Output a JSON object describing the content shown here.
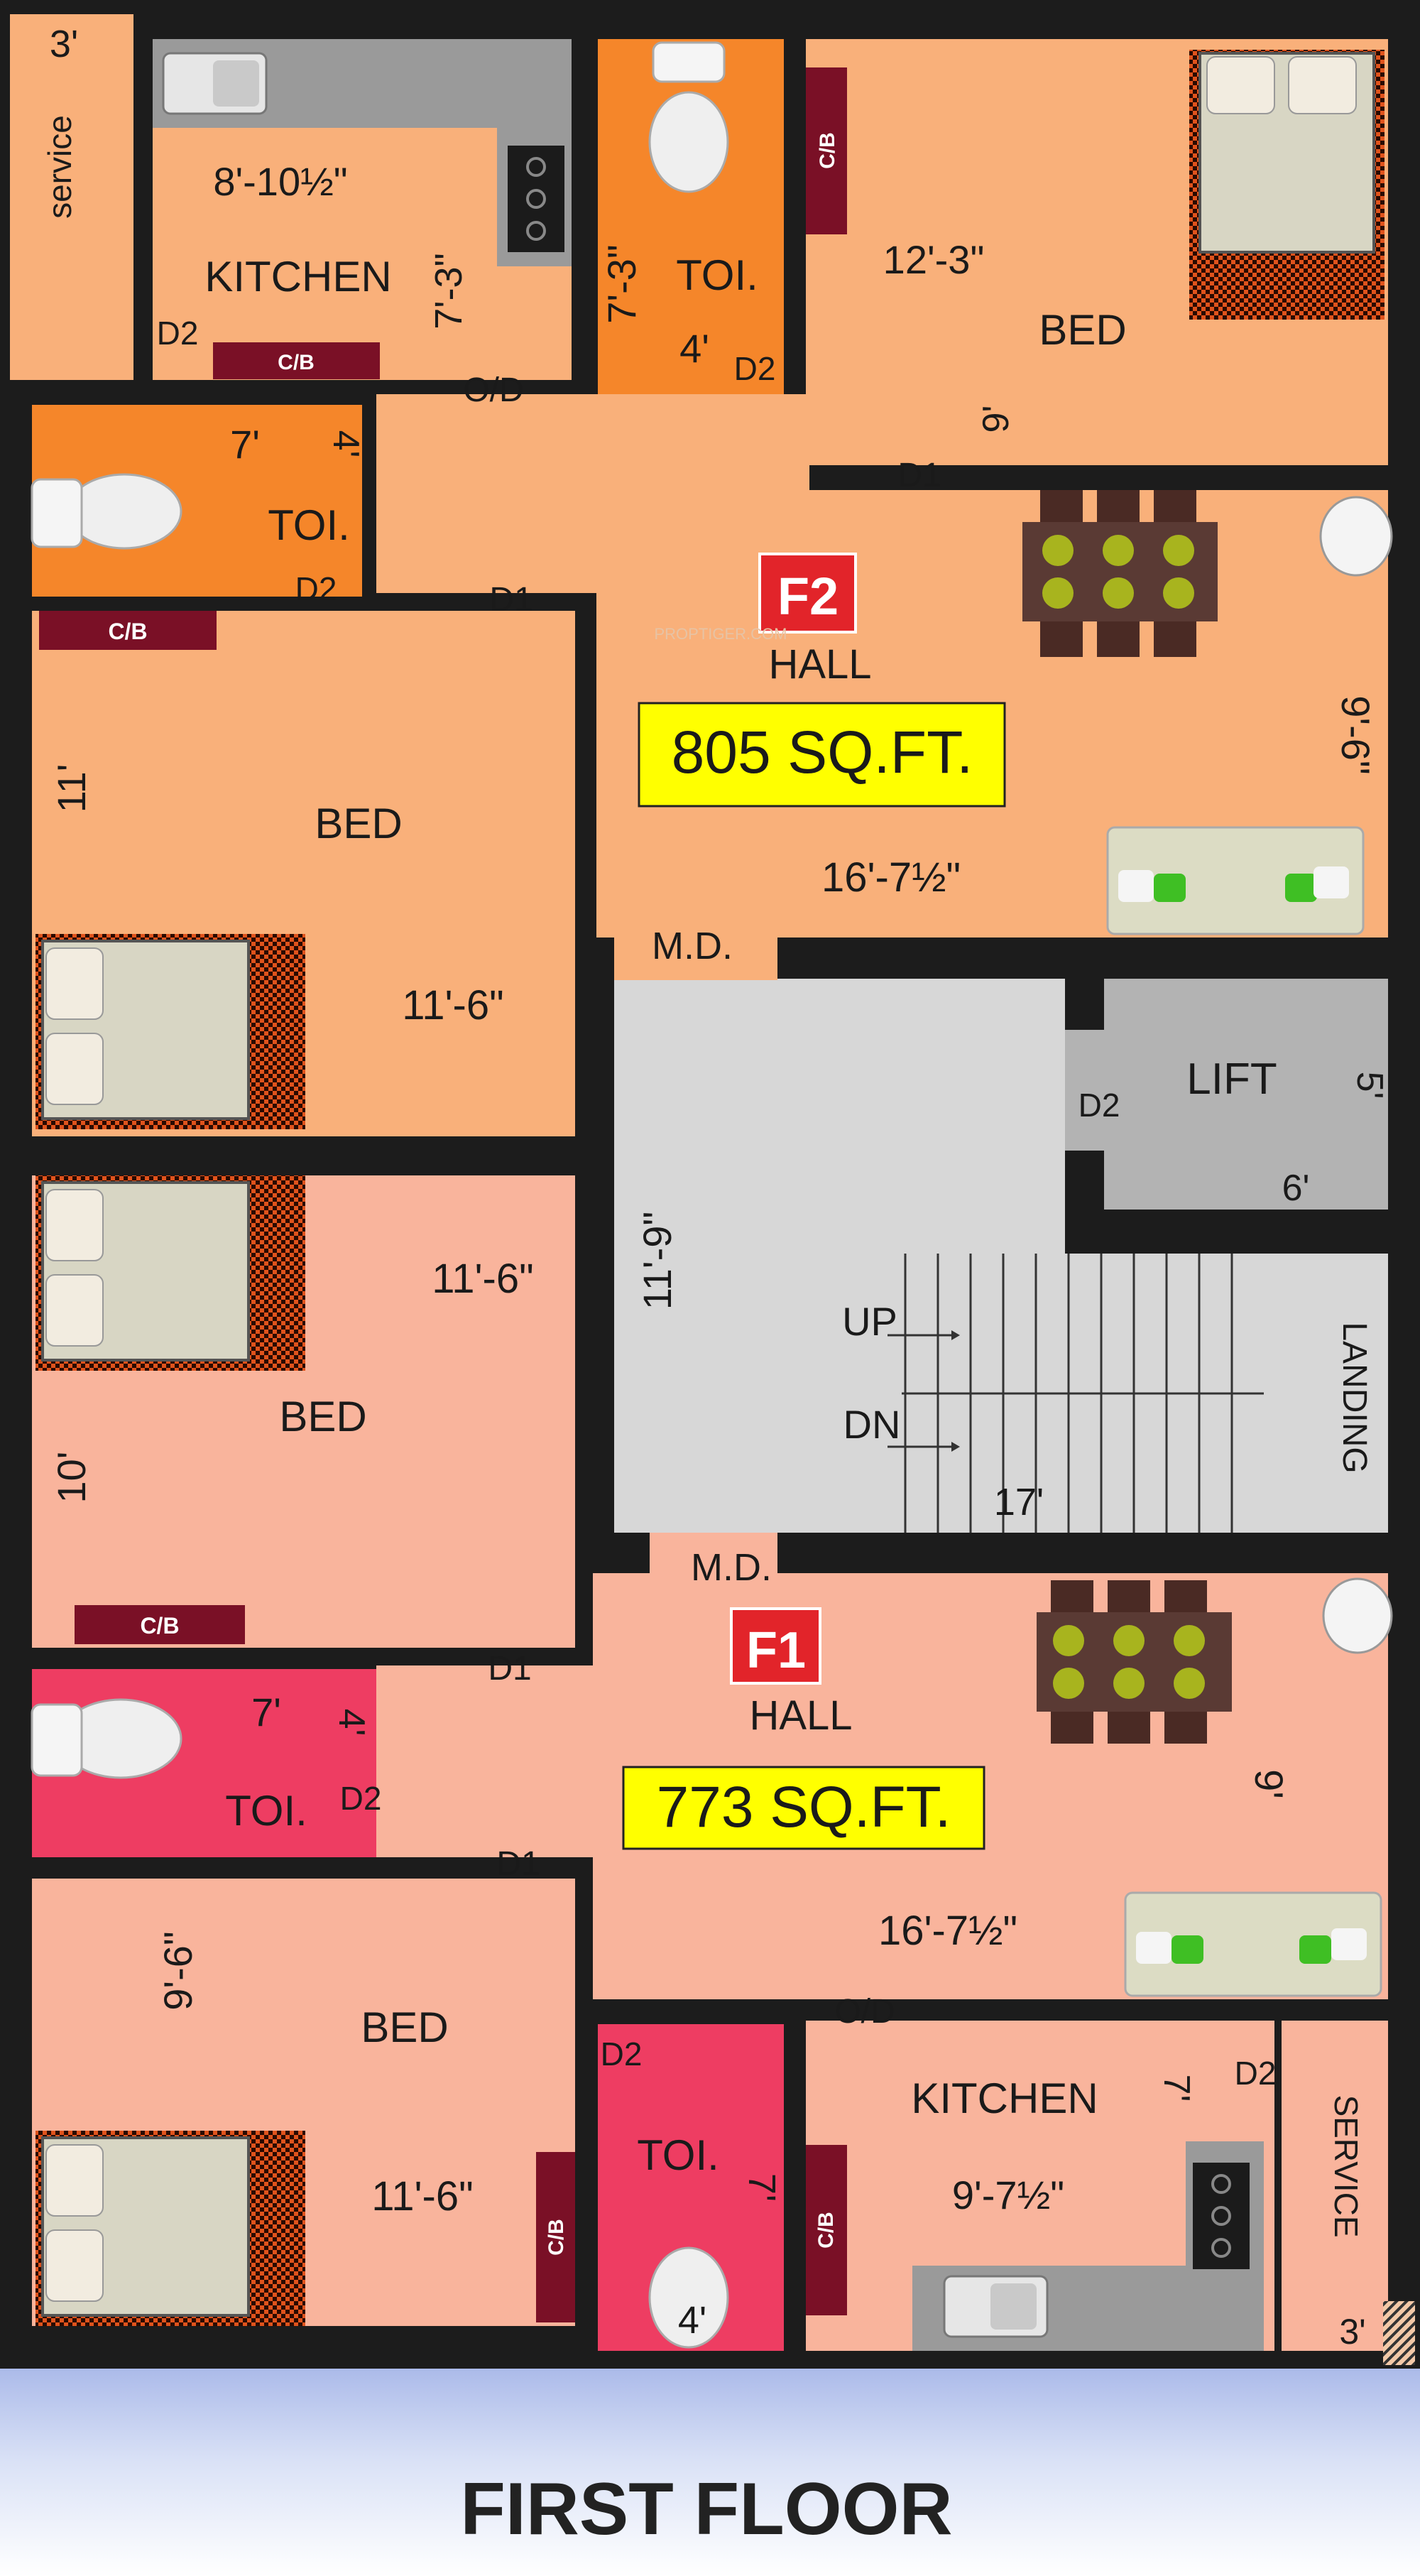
{
  "title": "FIRST FLOOR",
  "watermark": "PROPTIGER.COM",
  "colors": {
    "wall": "#1c1c1c",
    "f2_floor": "#f9b07a",
    "f1_floor": "#f9b49c",
    "f2_toilet": "#f5862a",
    "f1_toilet": "#ee3d62",
    "common": "#d7d7d7",
    "cupboard": "#7a1026",
    "tag_red": "#e2242a",
    "area_yellow": "#ffff00",
    "bottom_band": "#b9c6ea"
  },
  "f2": {
    "tag": "F2",
    "hall": "HALL",
    "area": "805 SQ.FT.",
    "hall_dim": "16'-7½\"",
    "hall_side": "9'-6\"",
    "md": "M.D.",
    "service_label": "service",
    "service_width": "3'",
    "kitchen": {
      "name": "KITCHEN",
      "width": "8'-10½\"",
      "depth": "7'-3\"",
      "door": "D2",
      "od": "O/D"
    },
    "toilet_top": {
      "name": "TOI.",
      "height": "7'-3\"",
      "width": "4'",
      "door": "D2"
    },
    "toilet_left": {
      "name": "TOI.",
      "width": "7'",
      "depth": "4'",
      "door": "D2"
    },
    "bed_right": {
      "name": "BED",
      "width": "12'-3\"",
      "depth": "9'",
      "door": "D1"
    },
    "bed_left": {
      "name": "BED",
      "depth": "11'",
      "width": "11'-6\"",
      "door": "D1"
    },
    "cb": "C/B"
  },
  "common": {
    "lift": "LIFT",
    "lift_w": "6'",
    "lift_h": "5'",
    "lift_door": "D2",
    "stair_height": "11'-9\"",
    "stair_length": "17'",
    "up": "UP",
    "dn": "DN",
    "landing": "LANDING"
  },
  "f1": {
    "tag": "F1",
    "hall": "HALL",
    "area": "773 SQ.FT.",
    "hall_dim": "16'-7½\"",
    "hall_side": "9'",
    "md": "M.D.",
    "bed_top": {
      "name": "BED",
      "width": "11'-6\"",
      "depth": "10'",
      "door": "D1"
    },
    "toilet_left": {
      "name": "TOI.",
      "width": "7'",
      "depth": "4'",
      "door": "D2"
    },
    "bed_bottom": {
      "name": "BED",
      "depth": "9'-6\"",
      "width": "11'-6\"",
      "door": "D1"
    },
    "toilet_bottom": {
      "name": "TOI.",
      "height": "7'",
      "width": "4'",
      "door": "D2"
    },
    "kitchen": {
      "name": "KITCHEN",
      "width": "9'-7½\"",
      "depth": "7'",
      "door": "D2",
      "od": "O/D"
    },
    "service_label": "SERVICE",
    "service_width": "3'",
    "cb": "C/B"
  }
}
